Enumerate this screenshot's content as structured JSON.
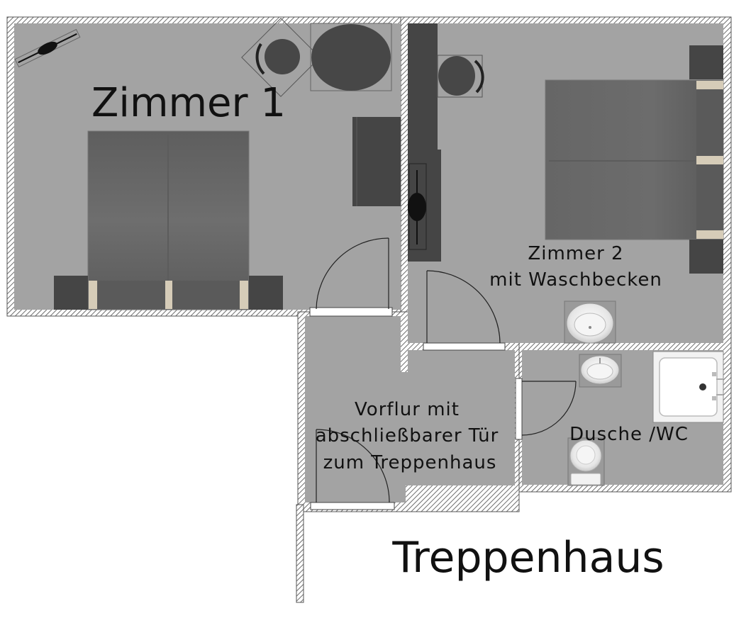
{
  "rooms": {
    "zimmer1": {
      "label": "Zimmer 1"
    },
    "zimmer2": {
      "line1": "Zimmer 2",
      "line2": "mit Waschbecken"
    },
    "vorflur": {
      "line1": "Vorflur mit",
      "line2": "abschließbarer Tür",
      "line3": "zum Treppenhaus"
    },
    "dusche": {
      "label": "Dusche /WC"
    },
    "treppenhaus": {
      "label": "Treppenhaus"
    }
  },
  "colors": {
    "floor": "#a3a3a3",
    "wall_hatch": "#6e6e6e",
    "furniture_dark": "#454545",
    "bed": "#6b6b6b",
    "door_line": "#222222",
    "fixture": "#f2f2f2"
  },
  "icons": [
    "ceiling-fan-icon",
    "chair-icon",
    "round-table-icon",
    "desk-icon",
    "double-bed-icon",
    "nightstand-icon",
    "wardrobe-icon",
    "sink-icon",
    "shower-tray-icon",
    "toilet-icon",
    "door-swing-icon"
  ]
}
